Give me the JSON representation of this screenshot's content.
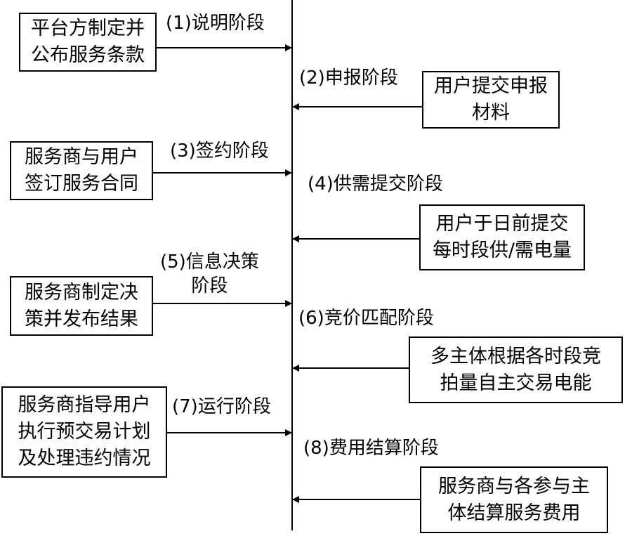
{
  "stages": [
    {
      "label": [
        "(1)说明阶段"
      ],
      "box": [
        "平台方制定并",
        "公布服务条款"
      ]
    },
    {
      "label": [
        "(2)申报阶段"
      ],
      "box": [
        "用户提交申报",
        "材料"
      ]
    },
    {
      "label": [
        "(3)签约阶段"
      ],
      "box": [
        "服务商与用户",
        "签订服务合同"
      ]
    },
    {
      "label": [
        "(4)供需提交阶段"
      ],
      "box": [
        "用户于日前提交",
        "每时段供/需电量"
      ]
    },
    {
      "label": [
        "(5)信息决策",
        "阶段"
      ],
      "box": [
        "服务商制定决",
        "策并发布结果"
      ]
    },
    {
      "label": [
        "(6)竞价匹配阶段"
      ],
      "box": [
        "多主体根据各时段竞",
        "拍量自主交易电能"
      ]
    },
    {
      "label": [
        "(7)运行阶段"
      ],
      "box": [
        "服务商指导用户",
        "执行预交易计划",
        "及处理违约情况"
      ]
    },
    {
      "label": [
        "(8)费用结算阶段"
      ],
      "box": [
        "服务商与各参与主",
        "体结算服务费用"
      ]
    }
  ]
}
